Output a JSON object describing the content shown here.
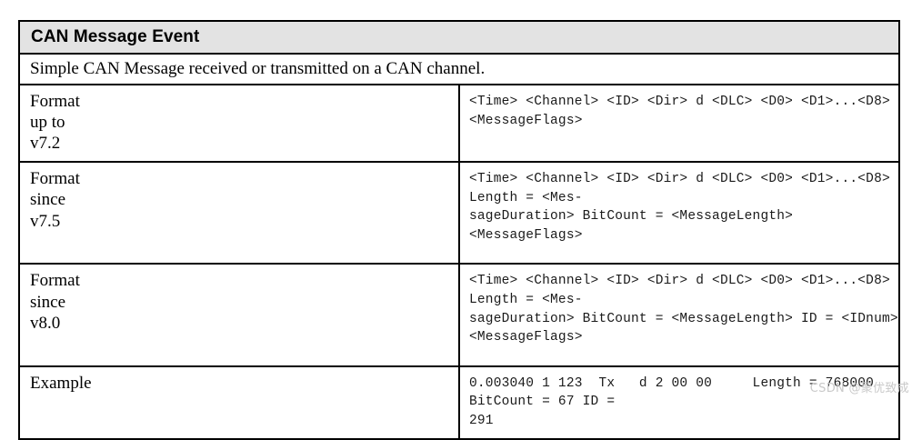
{
  "table": {
    "title": "CAN Message Event",
    "description": "Simple CAN Message received or transmitted on a CAN channel.",
    "rows": [
      {
        "label": "Format\nup to\nv7.2",
        "code": "<Time> <Channel> <ID> <Dir> d <DLC> <D0> <D1>...<D8> <MessageFlags>"
      },
      {
        "label": "Format\nsince\nv7.5",
        "code": "<Time> <Channel> <ID> <Dir> d <DLC> <D0> <D1>...<D8> Length = <Mes-\nsageDuration> BitCount = <MessageLength> <MessageFlags>"
      },
      {
        "label": "Format\nsince\nv8.0",
        "code": "<Time> <Channel> <ID> <Dir> d <DLC> <D0> <D1>...<D8> Length = <Mes-\nsageDuration> BitCount = <MessageLength> ID = <IDnum> <MessageFlags>"
      },
      {
        "label": "Example",
        "code": "0.003040 1 123  Tx   d 2 00 00     Length = 768000 BitCount = 67 ID =\n291"
      }
    ]
  },
  "watermark": "CSDN @聚优致成",
  "colors": {
    "header_background": "#e3e3e3",
    "border": "#000000",
    "text": "#000000",
    "watermark": "#c9c9c9"
  }
}
